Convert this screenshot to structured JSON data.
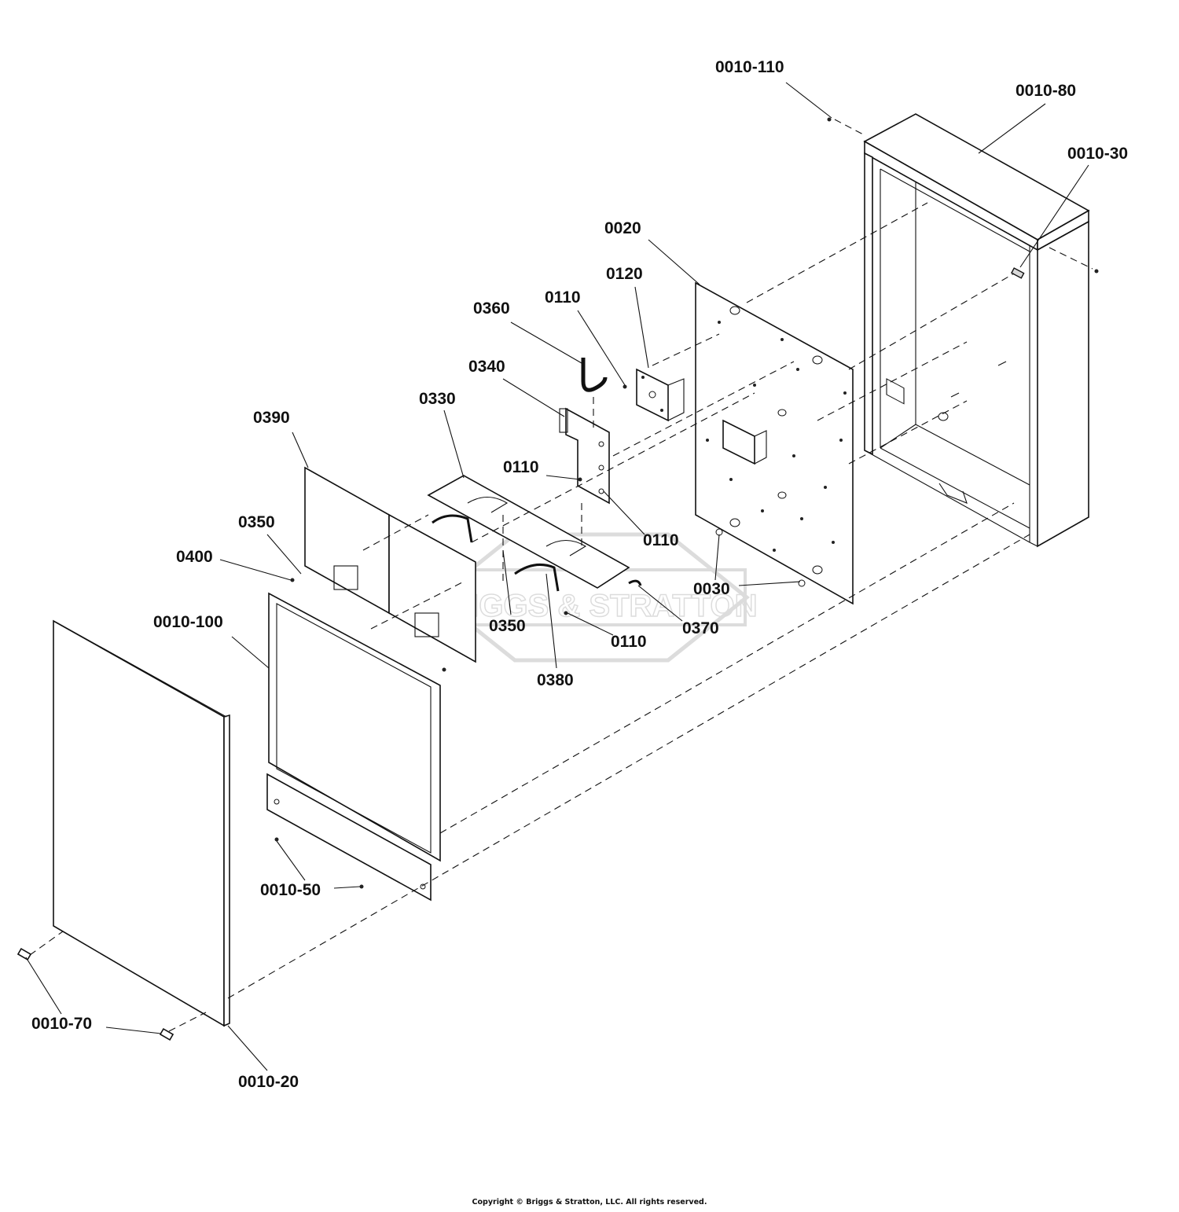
{
  "callouts": [
    {
      "id": "c-0010-110",
      "text": "0010-110"
    },
    {
      "id": "c-0010-80",
      "text": "0010-80"
    },
    {
      "id": "c-0010-30",
      "text": "0010-30"
    },
    {
      "id": "c-0020",
      "text": "0020"
    },
    {
      "id": "c-0120",
      "text": "0120"
    },
    {
      "id": "c-0110-a",
      "text": "0110"
    },
    {
      "id": "c-0360",
      "text": "0360"
    },
    {
      "id": "c-0340",
      "text": "0340"
    },
    {
      "id": "c-0330",
      "text": "0330"
    },
    {
      "id": "c-0390",
      "text": "0390"
    },
    {
      "id": "c-0110-b",
      "text": "0110"
    },
    {
      "id": "c-0110-c",
      "text": "0110"
    },
    {
      "id": "c-0350-a",
      "text": "0350"
    },
    {
      "id": "c-0400",
      "text": "0400"
    },
    {
      "id": "c-0010-100",
      "text": "0010-100"
    },
    {
      "id": "c-0350-b",
      "text": "0350"
    },
    {
      "id": "c-0030",
      "text": "0030"
    },
    {
      "id": "c-0370",
      "text": "0370"
    },
    {
      "id": "c-0110-d",
      "text": "0110"
    },
    {
      "id": "c-0380",
      "text": "0380"
    },
    {
      "id": "c-0010-50",
      "text": "0010-50"
    },
    {
      "id": "c-0010-70",
      "text": "0010-70"
    },
    {
      "id": "c-0010-20",
      "text": "0010-20"
    }
  ],
  "watermark": "BRIGGS & STRATTON",
  "copyright": "Copyright © Briggs & Stratton, LLC. All rights reserved."
}
